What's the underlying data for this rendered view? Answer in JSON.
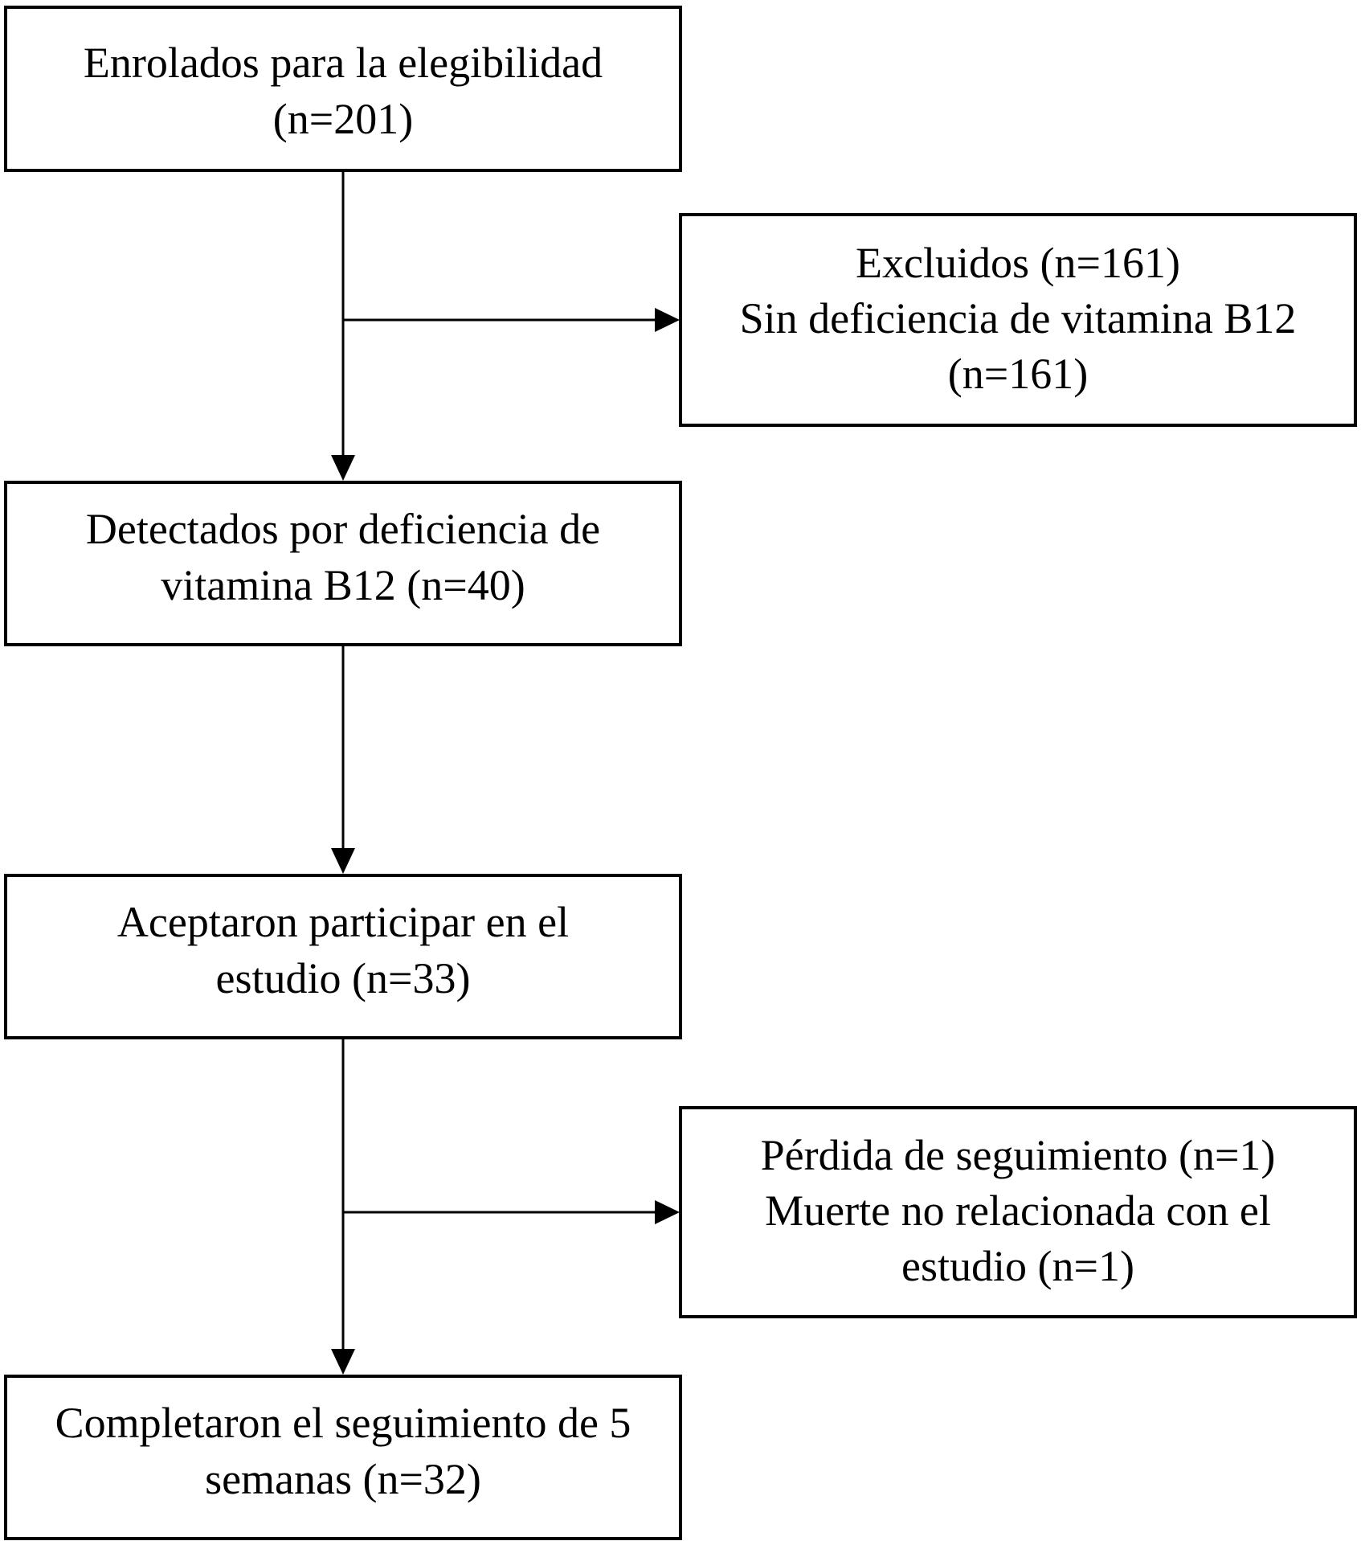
{
  "boxes": {
    "enrolled": {
      "lines": [
        "Enrolados para la elegibilidad",
        "(n=201)"
      ]
    },
    "excluded": {
      "lines": [
        "Excluidos (n=161)",
        "Sin deficiencia de vitamina B12",
        "(n=161)"
      ]
    },
    "detected": {
      "lines": [
        "Detectados por deficiencia de",
        "vitamina B12 (n=40)"
      ]
    },
    "accepted": {
      "lines": [
        "Aceptaron participar en el",
        "estudio (n=33)"
      ]
    },
    "lost": {
      "lines": [
        "Pérdida de seguimiento (n=1)",
        "Muerte no relacionada con el",
        "estudio (n=1)"
      ]
    },
    "completed": {
      "lines": [
        "Completaron el seguimiento de 5",
        "semanas (n=32)"
      ]
    }
  }
}
